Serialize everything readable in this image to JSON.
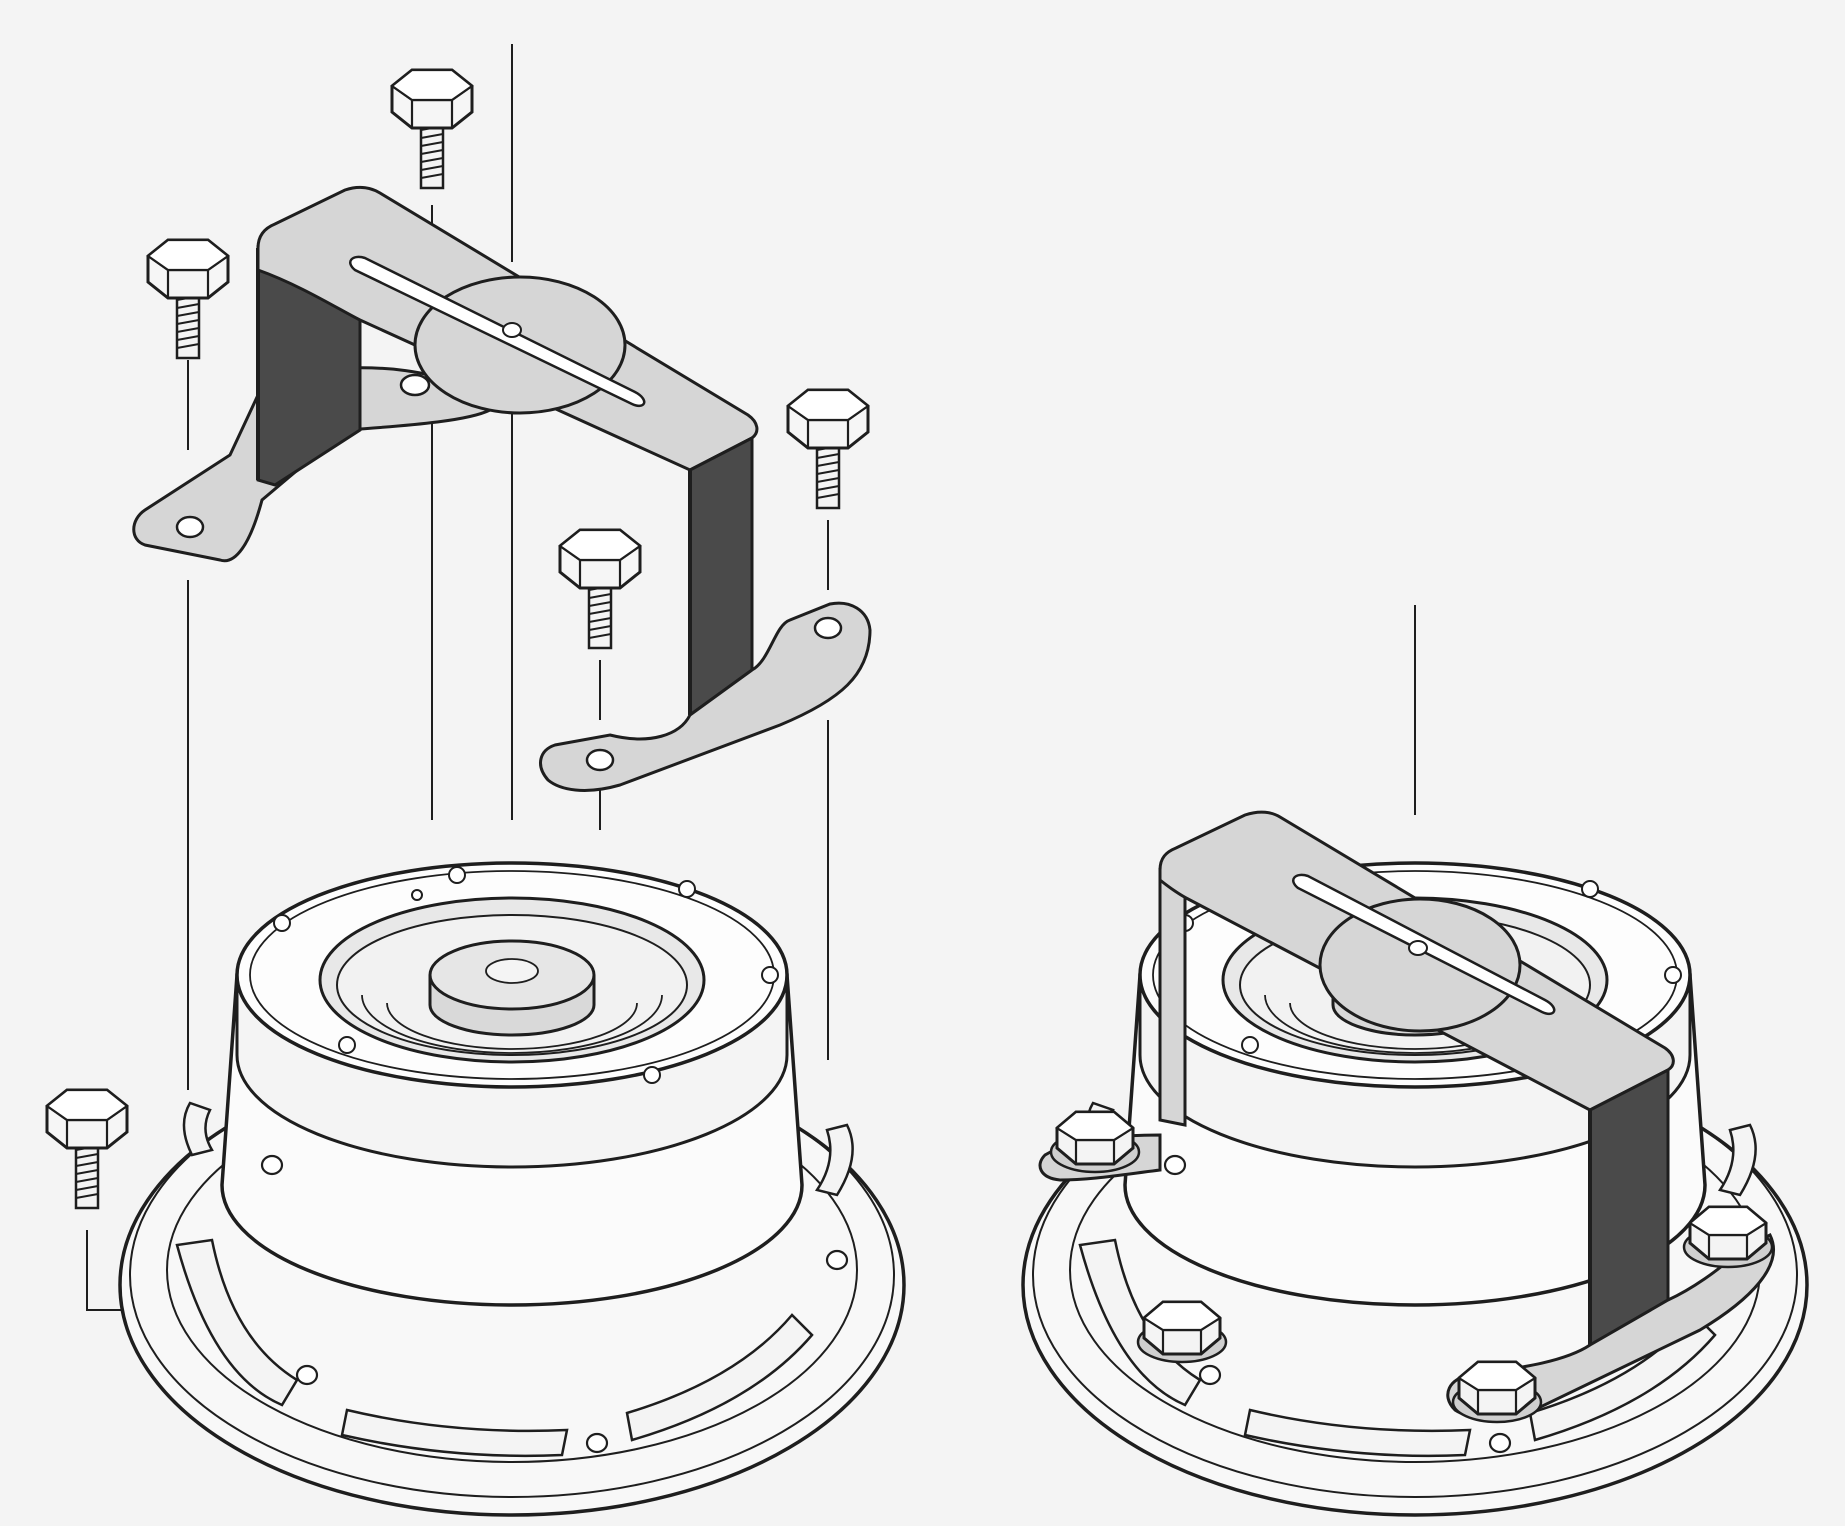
{
  "diagram": {
    "style": "isometric-exploded-line-art",
    "colors": {
      "background": "#f4f4f4",
      "line": "#1e1e1e",
      "metal": "#d6d6d6",
      "metal_dark": "#bdbdbd",
      "shadow": "#4a4a4a",
      "face": "#fbfbfb",
      "cap": "#dcdcdc"
    },
    "views": [
      {
        "id": "exploded",
        "parts": [
          "hex-bolt",
          "hex-bolt",
          "hex-bolt",
          "hex-bolt",
          "hex-bolt",
          "mounting-bracket",
          "speaker-housing"
        ]
      },
      {
        "id": "assembled",
        "parts": [
          "speaker-housing",
          "mounting-bracket",
          "hex-bolt",
          "hex-bolt",
          "hex-bolt",
          "hex-bolt"
        ]
      }
    ]
  }
}
